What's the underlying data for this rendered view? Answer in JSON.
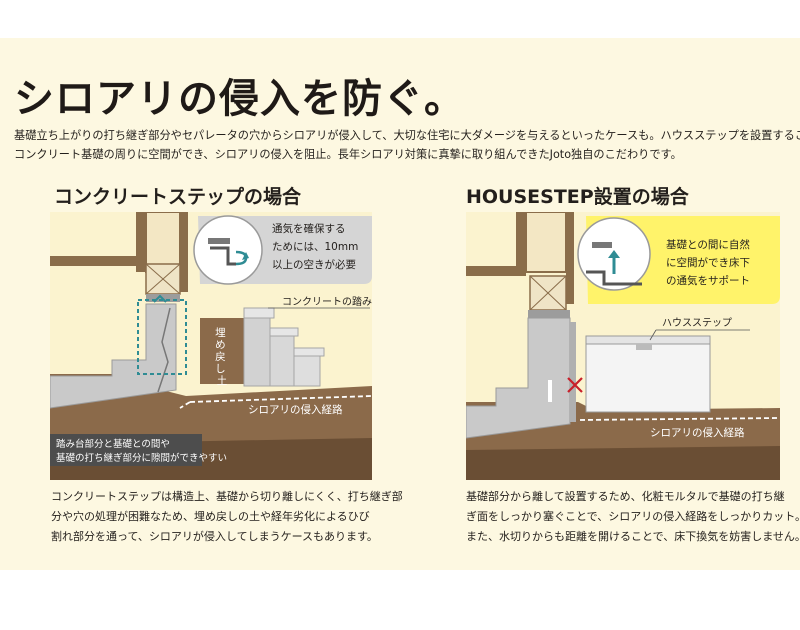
{
  "title": "シロアリの侵入を防ぐ。",
  "intro": [
    "基礎立ち上がりの打ち継ぎ部分やセパレータの穴からシロアリが侵入して、大切な住宅に大ダメージを与えるといったケースも。ハウスステップを設置することで、",
    "コンクリート基礎の周りに空間ができ、シロアリの侵入を阻止。長年シロアリ対策に真摯に取り組んできたJoto独自のこだわりです。"
  ],
  "left": {
    "heading": "コンクリートステップの場合",
    "callout": [
      "通気を確保する",
      "ためには、10mm",
      "以上の空きが必要"
    ],
    "step_label": "コンクリートの踏み台",
    "backfill_label": "埋め戻し土",
    "route_label": "シロアリの侵入経路",
    "gap_note": [
      "踏み台部分と基礎との間や",
      "基礎の打ち継ぎ部分に隙間ができやすい"
    ],
    "description": [
      "コンクリートステップは構造上、基礎から切り離しにくく、打ち継ぎ部",
      "分や穴の処理が困難なため、埋め戻しの土や経年劣化によるひび",
      "割れ部分を通って、シロアリが侵入してしまうケースもあります。"
    ]
  },
  "right": {
    "heading": "HOUSESTEP設置の場合",
    "callout": [
      "基礎との間に自然",
      "に空間ができ床下",
      "の通気をサポート"
    ],
    "product_label": "ハウスステップ",
    "route_label": "シロアリの侵入経路",
    "description": [
      "基礎部分から離して設置するため、化粧モルタルで基礎の打ち継",
      "ぎ面をしっかり塞ぐことで、シロアリの侵入経路をしっかりカット。",
      "また、水切りからも距離を開けることで、床下換気を妨害しません。"
    ]
  },
  "colors": {
    "panel_bg": "#fdf8e1",
    "soil": "#8b6a4a",
    "soil_dark": "#6a4e34",
    "concrete": "#c9c9c9",
    "callout_gray": "#d5d5d5",
    "callout_yellow": "#fff36a",
    "route_line": "#ffffff",
    "cross": "#c8202a",
    "dashed_box": "#2f8c94"
  }
}
